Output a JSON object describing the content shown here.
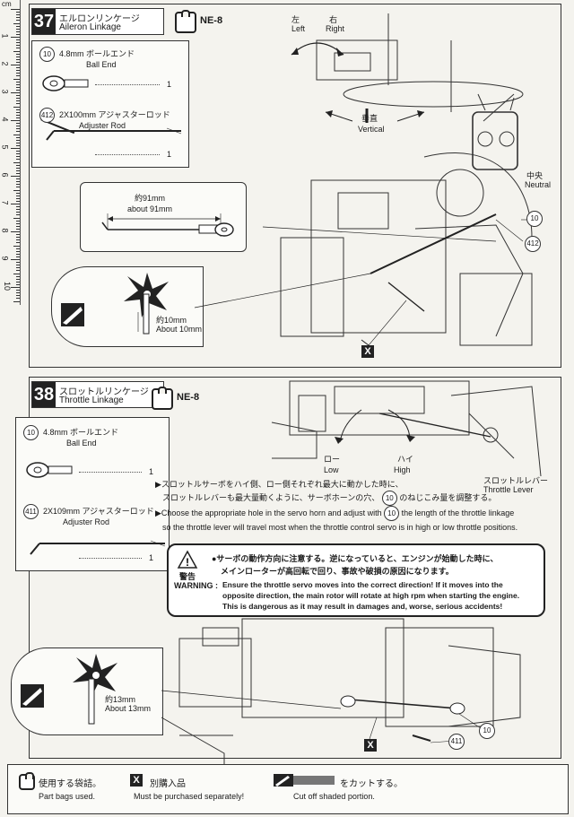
{
  "ruler": {
    "unit": "cm",
    "marks": [
      "1",
      "2",
      "3",
      "4",
      "5",
      "6",
      "7",
      "8",
      "9",
      "10"
    ]
  },
  "step37": {
    "number": "37",
    "title_jp": "エルロンリンケージ",
    "title_en": "Aileron Linkage",
    "bag": "NE-8",
    "parts": [
      {
        "num": "10",
        "name_jp": "4.8mm ボールエンド",
        "name_en": "Ball End",
        "qty": "1"
      },
      {
        "num": "412",
        "name_jp": "2X100mm アジャスターロッド",
        "name_en": "Adjuster Rod",
        "qty": "1"
      }
    ],
    "measure_jp": "約91mm",
    "measure_en": "about 91mm",
    "horn_jp": "約10mm",
    "horn_en": "About 10mm",
    "left_jp": "左",
    "left_en": "Left",
    "right_jp": "右",
    "right_en": "Right",
    "vertical_jp": "垂直",
    "vertical_en": "Vertical",
    "neutral_jp": "中央",
    "neutral_en": "Neutral",
    "callouts": [
      "10",
      "412"
    ],
    "xmark": "X"
  },
  "step38": {
    "number": "38",
    "title_jp": "スロットルリンケージ",
    "title_en": "Throttle Linkage",
    "bag": "NE-8",
    "parts": [
      {
        "num": "10",
        "name_jp": "4.8mm ボールエンド",
        "name_en": "Ball End",
        "qty": "1"
      },
      {
        "num": "411",
        "name_jp": "2X109mm アジャスターロッド",
        "name_en": "Adjuster Rod",
        "qty": "1"
      }
    ],
    "low_jp": "ロー",
    "low_en": "Low",
    "high_jp": "ハイ",
    "high_en": "High",
    "lever_jp": "スロットルレバー",
    "lever_en": "Throttle Lever",
    "instr_jp_1a": "スロットルサーボをハイ側、ロー側それぞれ最大に動かした時に、",
    "instr_jp_2a": "スロットルレバーも最大量動くように、サーボホーンの穴、",
    "instr_jp_2b": "のねじこみ量を調整する。",
    "instr_en_1a": "Choose the appropriate hole in the servo horn and adjust with",
    "instr_en_1b": "the length of the throttle linkage",
    "instr_en_2": "so the throttle lever will travel most when the throttle control servo is in high or low throttle positions.",
    "instr_ref": "10",
    "warning_jp_label": "警告",
    "warning_en_label": "WARNING :",
    "warning_jp_1": "●サーボの動作方向に注意する。逆になっていると、エンジンが始動した時に、",
    "warning_jp_2": "メインローターが高回転で回り、事故や破損の原因になります。",
    "warning_en_1": "Ensure the throttle servo moves into the correct direction! If it moves into the",
    "warning_en_2": "opposite direction, the main rotor will rotate at high rpm when starting the engine.",
    "warning_en_3": "This is dangerous as it may result in damages and, worse, serious accidents!",
    "horn_jp": "約13mm",
    "horn_en": "About 13mm",
    "callouts": [
      "10",
      "411"
    ],
    "xmark": "X"
  },
  "legend": {
    "bag_jp": "使用する袋詰。",
    "bag_en": "Part bags used.",
    "x_symbol": "X",
    "x_jp": "別購入品",
    "x_en": "Must be purchased separately!",
    "cut_jp": "をカットする。",
    "cut_en": "Cut off shaded portion."
  }
}
